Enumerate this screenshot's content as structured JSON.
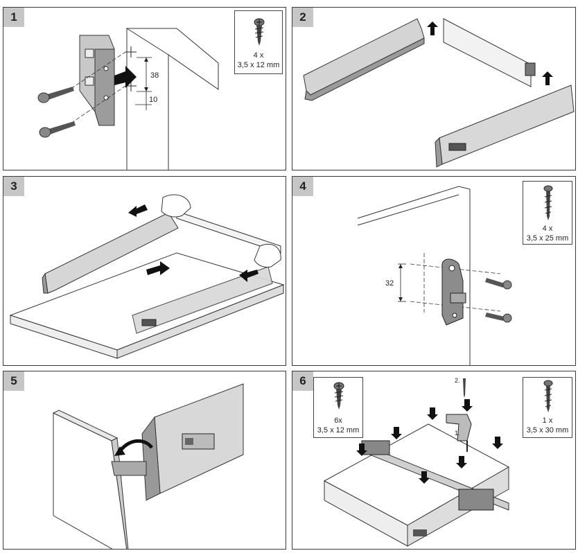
{
  "steps": [
    {
      "number": "1",
      "screw": {
        "count": "4 x",
        "size": "3,5 x 12 mm"
      },
      "dims": [
        "38",
        "10"
      ]
    },
    {
      "number": "2"
    },
    {
      "number": "3"
    },
    {
      "number": "4",
      "screw": {
        "count": "4 x",
        "size": "3,5 x 25 mm"
      },
      "dims": [
        "32"
      ]
    },
    {
      "number": "5"
    },
    {
      "number": "6",
      "screw_a": {
        "count": "6x",
        "size": "3,5 x 12 mm"
      },
      "screw_b": {
        "count": "1 x",
        "size": "3,5 x 30 mm"
      },
      "callouts": [
        "2.",
        "1."
      ]
    }
  ]
}
